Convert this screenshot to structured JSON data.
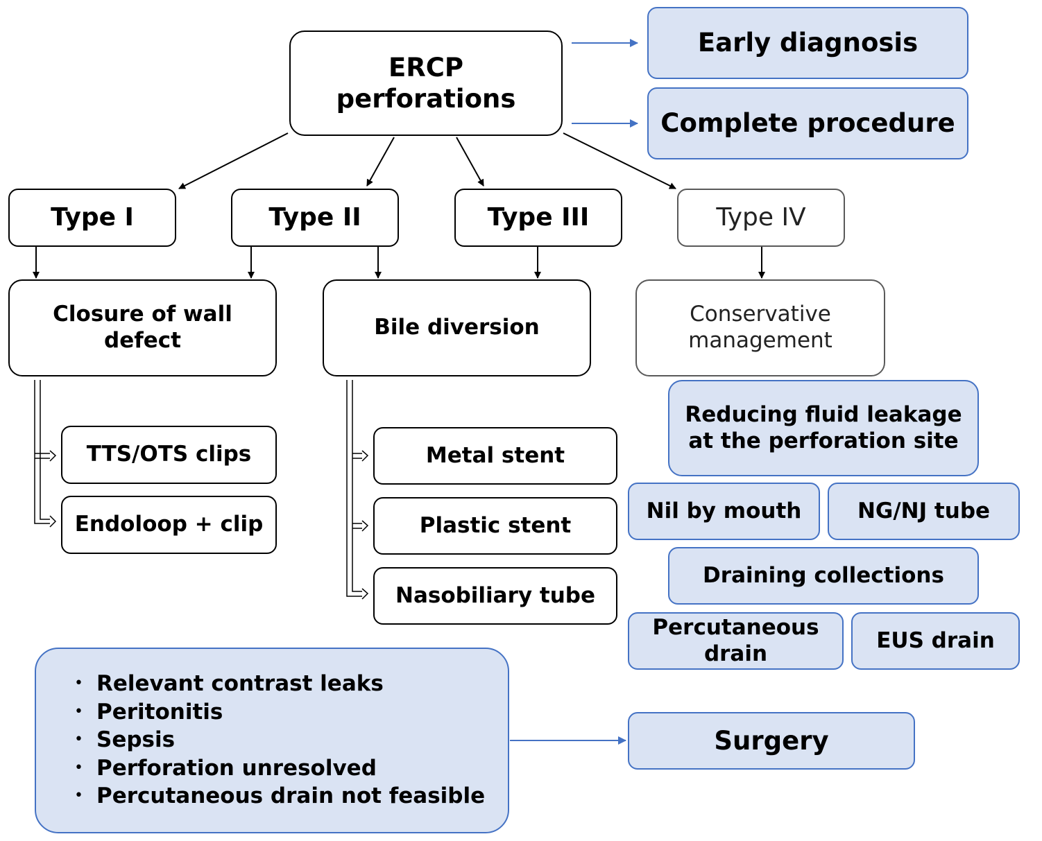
{
  "root": {
    "line1": "ERCP",
    "line2": "perforations"
  },
  "side_actions": [
    "Early diagnosis",
    "Complete procedure"
  ],
  "types": [
    "Type I",
    "Type II",
    "Type III",
    "Type IV"
  ],
  "strategies": {
    "closure": {
      "line1": "Closure of wall",
      "line2": "defect"
    },
    "bile": "Bile diversion",
    "conservative": {
      "line1": "Conservative",
      "line2": "management"
    }
  },
  "closure_options": [
    "TTS/OTS clips",
    "Endoloop + clip"
  ],
  "bile_options": [
    "Metal stent",
    "Plastic stent",
    "Nasobiliary tube"
  ],
  "conservative_options": {
    "reducing": {
      "line1": "Reducing fluid leakage",
      "line2": "at the perforation site"
    },
    "nil_by_mouth": "Nil by mouth",
    "ng_nj_tube": "NG/NJ tube",
    "draining": "Draining collections",
    "percutaneous": {
      "line1": "Percutaneous",
      "line2": "drain"
    },
    "eus_drain": "EUS drain"
  },
  "surgery_criteria": [
    "Relevant contrast leaks",
    "Peritonitis",
    "Sepsis",
    "Perforation unresolved",
    "Percutaneous drain not feasible"
  ],
  "surgery": "Surgery",
  "colors": {
    "blue_fill": "#dae3f3",
    "blue_border": "#4472c4",
    "arrow_blue": "#4472c4",
    "black": "#000000",
    "grey_border": "#595959"
  }
}
